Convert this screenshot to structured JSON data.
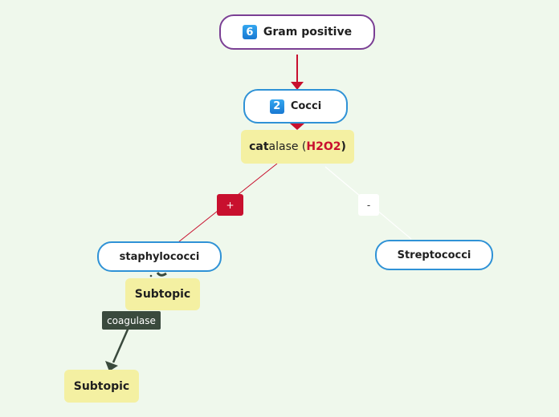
{
  "nodes": {
    "gram_positive": {
      "badge": "6",
      "label": "Gram positive"
    },
    "cocci": {
      "badge": "2",
      "label": "Cocci"
    },
    "catalase": {
      "part1": "cat",
      "part2": "alase (",
      "part3": "H2O2",
      "part4": ")"
    },
    "staphylococci": {
      "label": "staphylococci"
    },
    "streptococci": {
      "label": "Streptococci"
    },
    "subtopic_1": {
      "label": "Subtopic"
    },
    "subtopic_2": {
      "label": "Subtopic"
    }
  },
  "edge_labels": {
    "positive": "+",
    "negative": "-",
    "coagulase": "coagulase"
  },
  "colors": {
    "background": "#eff8ec",
    "purple_border": "#7a3f94",
    "blue_border": "#2f92d6",
    "yellow_fill": "#f4f0a2",
    "red_connector": "#c8102e",
    "dark_connector": "#3a4a3d",
    "h2o2_text": "#c8102e"
  }
}
